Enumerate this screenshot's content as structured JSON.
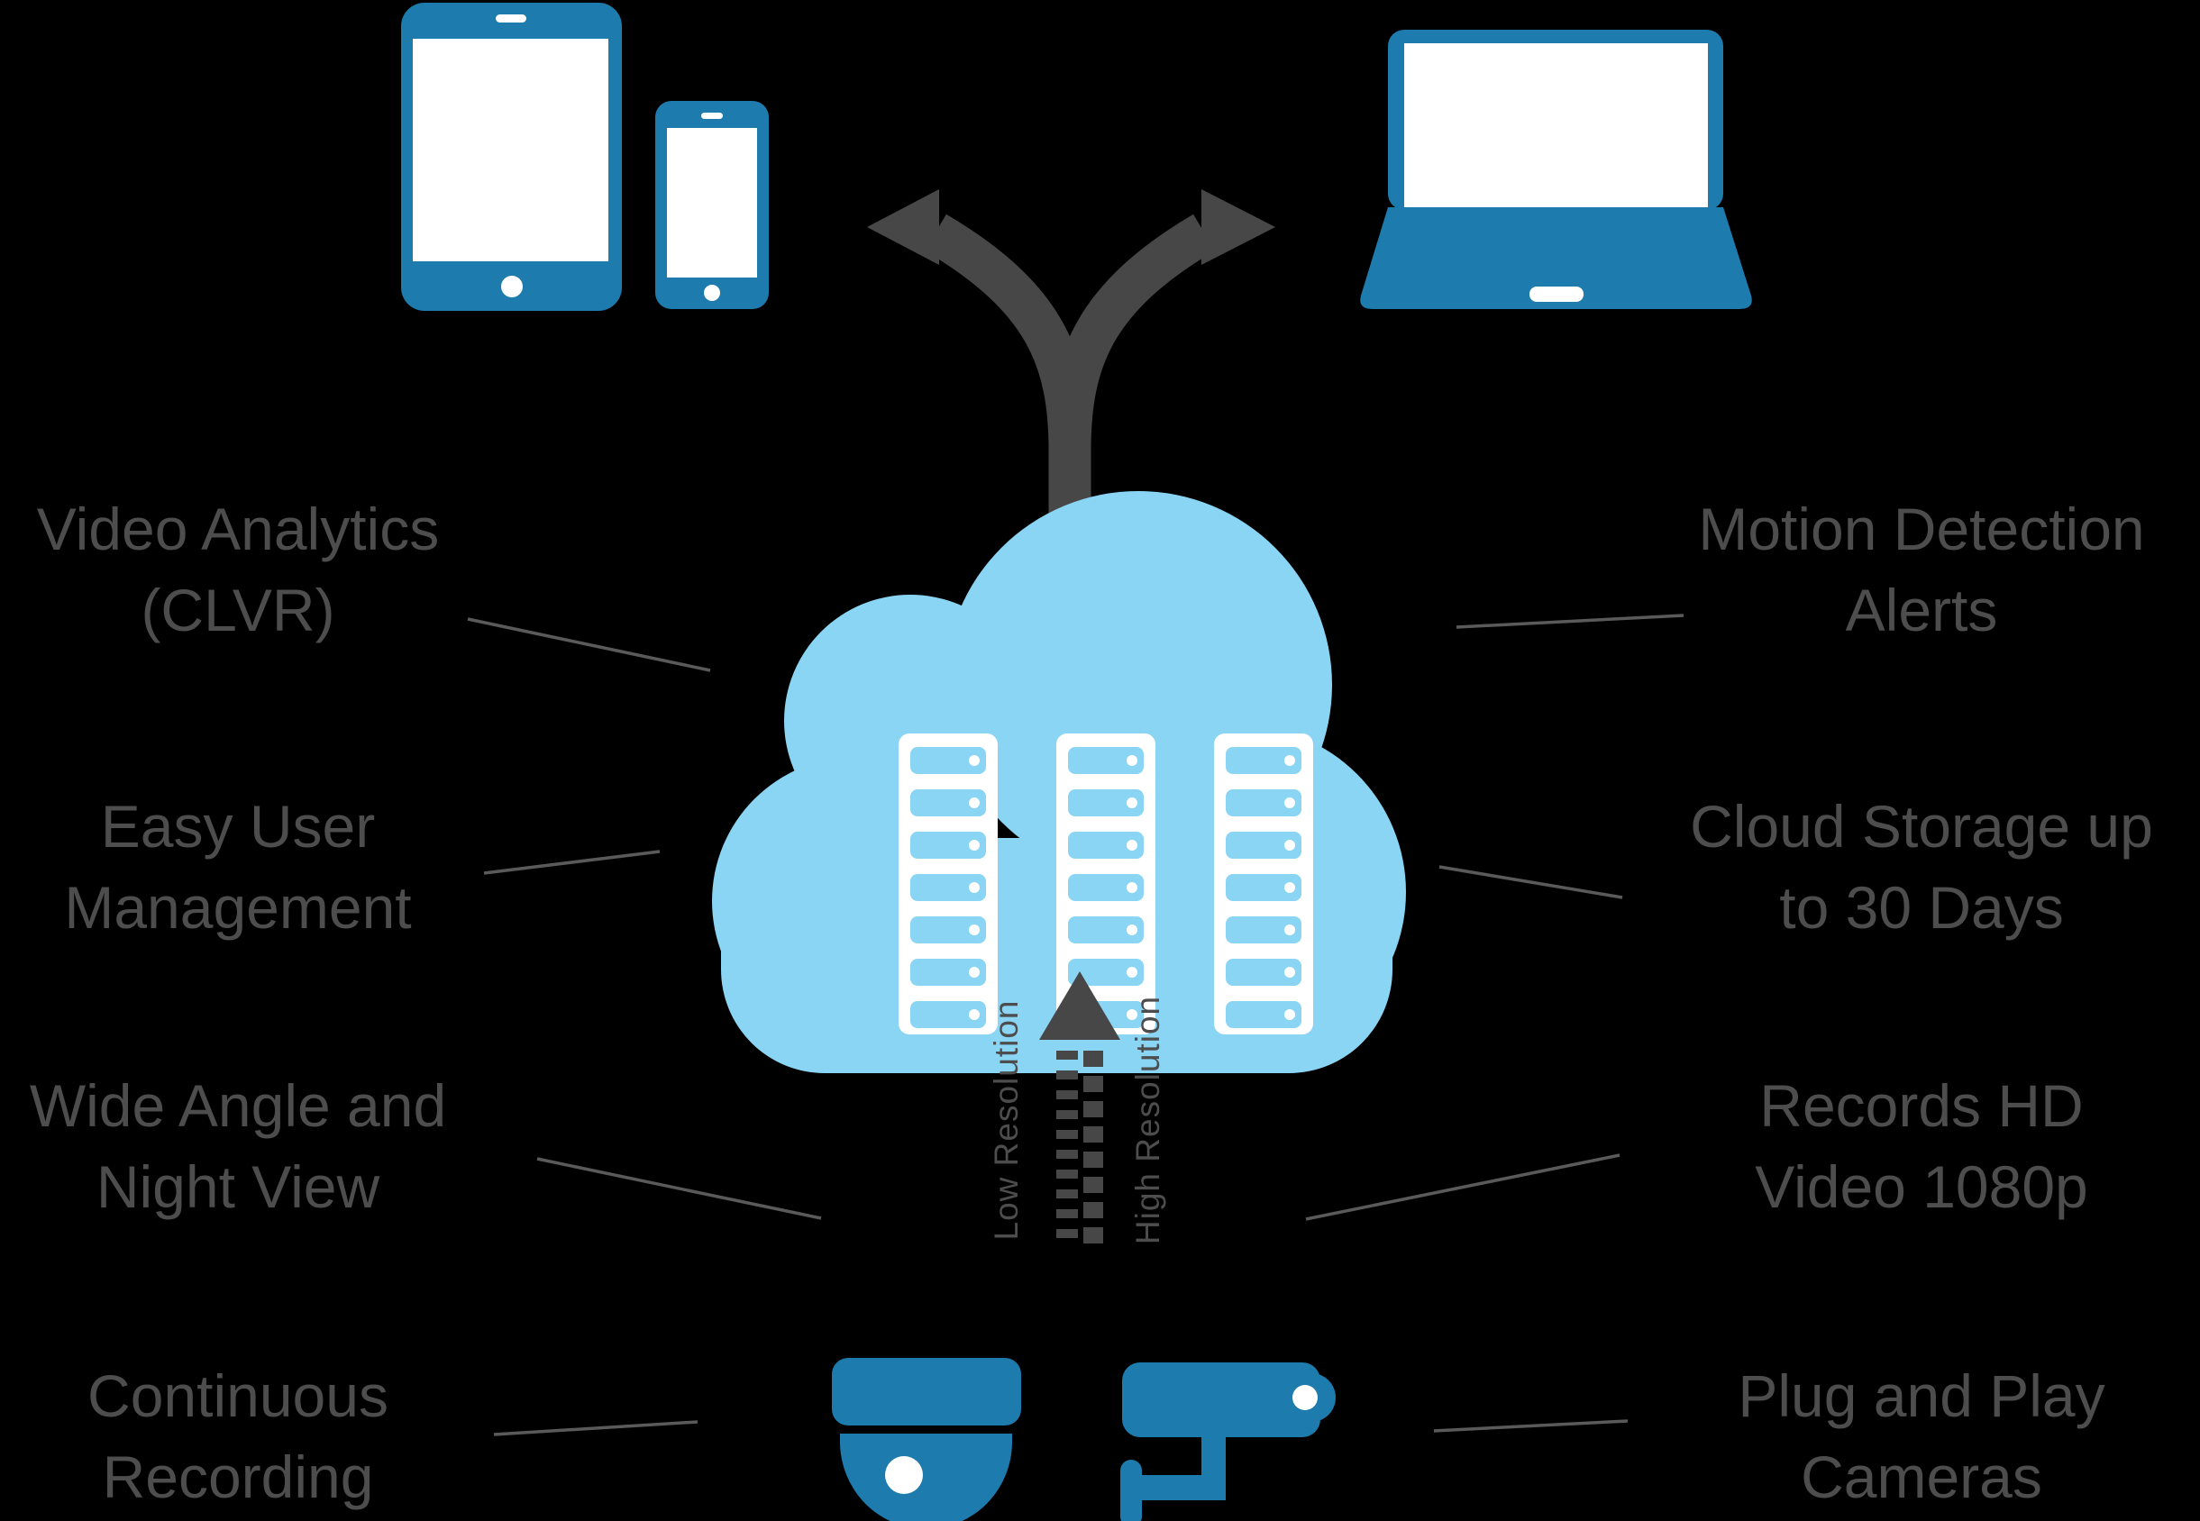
{
  "colors": {
    "background": "#000000",
    "device_blue": "#1E7BAD",
    "cloud_blue": "#8AD4F4",
    "arrow_gray": "#474747",
    "text_gray": "#4D4D4D",
    "connector_gray": "#5A5A5A",
    "white": "#FFFFFF"
  },
  "features": {
    "video_analytics": {
      "line1": "Video Analytics",
      "line2": "(CLVR)"
    },
    "easy_user_management": {
      "line1": "Easy User",
      "line2": "Management"
    },
    "wide_angle_night_view": {
      "line1": "Wide Angle and",
      "line2": "Night View"
    },
    "continuous_recording": {
      "line1": "Continuous",
      "line2": "Recording"
    },
    "motion_detection_alerts": {
      "line1": "Motion Detection",
      "line2": "Alerts"
    },
    "cloud_storage": {
      "line1": "Cloud Storage up",
      "line2": "to 30 Days"
    },
    "records_hd_video": {
      "line1": "Records HD",
      "line2": "Video 1080p"
    },
    "plug_and_play": {
      "line1": "Plug and Play",
      "line2": "Cameras"
    }
  },
  "stream_labels": {
    "low": "Low Resolution",
    "high": "High Resolution"
  },
  "icons": {
    "tablet": "tablet-icon",
    "smartphone": "smartphone-icon",
    "laptop": "laptop-icon",
    "split_arrow": "split-arrow-icon",
    "cloud_servers": "cloud-servers-icon",
    "upload_arrow": "upload-arrow-icon",
    "dome_camera": "dome-camera-icon",
    "bullet_camera": "bullet-camera-icon"
  }
}
